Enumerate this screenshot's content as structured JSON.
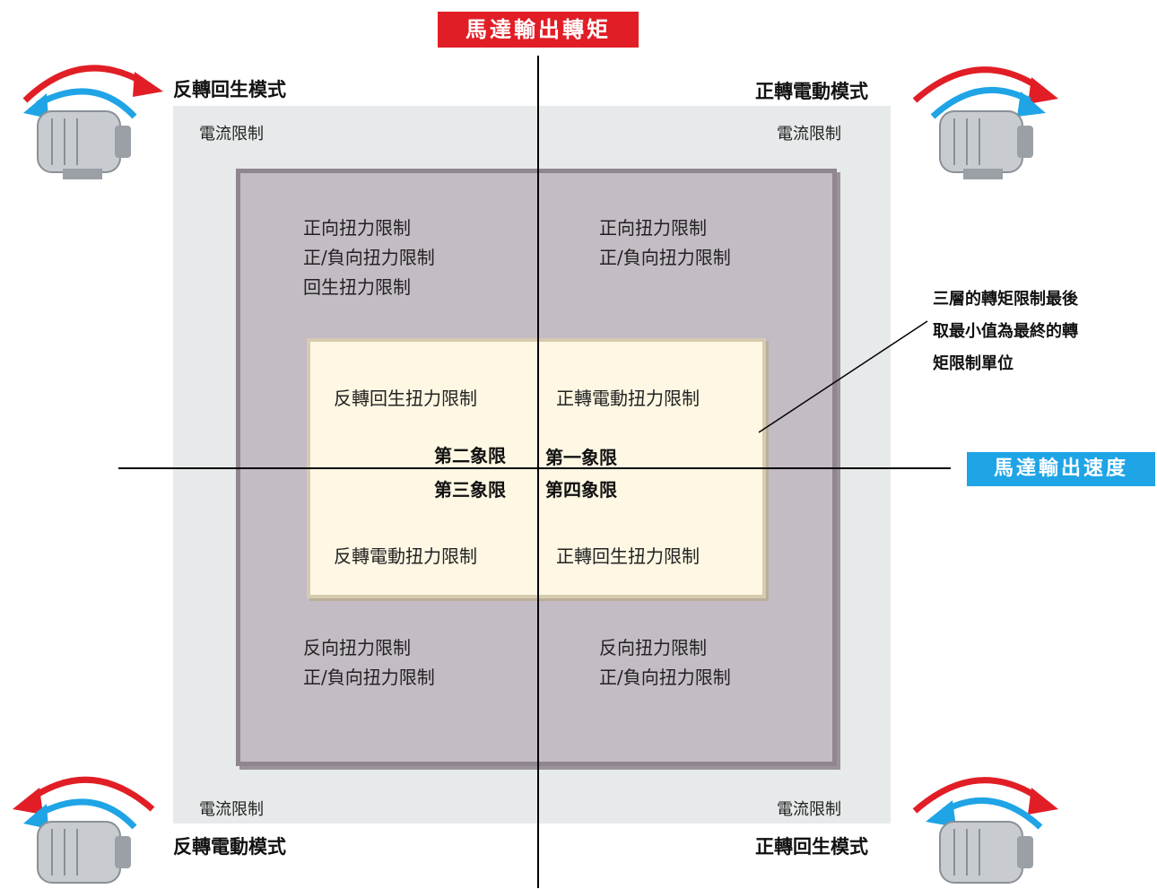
{
  "axes": {
    "torque_label": "馬達輸出轉矩",
    "speed_label": "馬達輸出速度"
  },
  "modes": {
    "top_left": "反轉回生模式",
    "top_right": "正轉電動模式",
    "bottom_left": "反轉電動模式",
    "bottom_right": "正轉回生模式"
  },
  "current_limit": "電流限制",
  "torque_limits": {
    "q2": [
      "正向扭力限制",
      "正/負向扭力限制",
      "回生扭力限制"
    ],
    "q1": [
      "正向扭力限制",
      "正/負向扭力限制"
    ],
    "q3": [
      "反向扭力限制",
      "正/負向扭力限制"
    ],
    "q4": [
      "反向扭力限制",
      "正/負向扭力限制"
    ]
  },
  "inner_limits": {
    "q2": "反轉回生扭力限制",
    "q1": "正轉電動扭力限制",
    "q3": "反轉電動扭力限制",
    "q4": "正轉回生扭力限制"
  },
  "quadrants": {
    "q2": "第二象限",
    "q1": "第一象限",
    "q3": "第三象限",
    "q4": "第四象限"
  },
  "note": [
    "三層的轉矩限制最後",
    "取最小值為最終的轉",
    "矩限制單位"
  ],
  "colors": {
    "torque_label_bg": "#e11e26",
    "speed_label_bg": "#1fa4e6",
    "red_arrow": "#e11e26",
    "blue_arrow": "#1fa4e6",
    "outer_region": "#e7eaea",
    "middle_region": "#c4bcc5",
    "inner_region": "#fdf7e3"
  },
  "icons": [
    "motor-icon",
    "rotation-arrow-icon"
  ]
}
